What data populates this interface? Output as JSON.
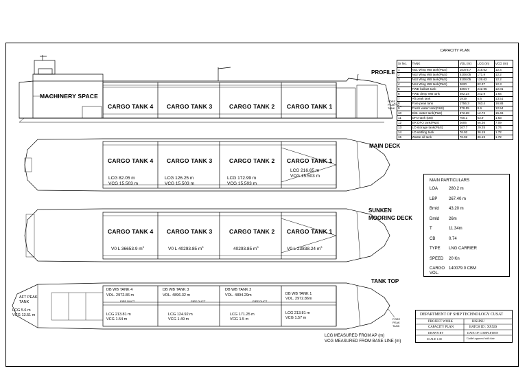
{
  "capacity_plan": {
    "title": "CAPACITY PLAN",
    "columns": [
      "Sr No.",
      "TANK",
      "VOL (m)",
      "LCG (m)",
      "VCG (m)"
    ],
    "rows": [
      [
        "1",
        "No1 Wing WB tank(P&S)",
        "15373.7",
        "215.62",
        "12.4"
      ],
      [
        "2",
        "No2 Wing WB tank(P&S)",
        "5108.05",
        "171.9",
        "12.2"
      ],
      [
        "3",
        "No3 Wing WB tank(P&S)",
        "5108.05",
        "126.62",
        "12.2"
      ],
      [
        "4",
        "No4 Wing WB tank(P&S)",
        "2620",
        "82.37",
        "12.3"
      ],
      [
        "5",
        "FWD ballast tank",
        "6394.7",
        "242.95",
        "12.01"
      ],
      [
        "6",
        "FWD deep WB tank",
        "492.24",
        "242.9",
        "1.64"
      ],
      [
        "7",
        "Aft peak tank",
        "1919",
        "5.6",
        "13.51"
      ],
      [
        "8",
        "Fore peak tank",
        "1756.3",
        "263.4",
        "16.88"
      ],
      [
        "9",
        "Fresh water tank(P&S)",
        "378.55",
        "8.9",
        "12.54"
      ],
      [
        "10",
        "Dist. water tank(P&S)",
        "572.28",
        "12.72",
        "15.46"
      ],
      [
        "11",
        "DFO tank (DB)",
        "750.1",
        "53.9",
        "1.63"
      ],
      [
        "12",
        "ER DFO tank(P&S)",
        "2606",
        "56.36",
        "7.09"
      ],
      [
        "13",
        "LO storage tank(P&S)",
        "167.7",
        "29.25",
        "1.74"
      ],
      [
        "14",
        "LO settling tank",
        "76.92",
        "36.19",
        "1.72"
      ],
      [
        "15",
        "Waste oil tank",
        "76.92",
        "36.19",
        "1.72"
      ]
    ]
  },
  "views": {
    "profile": "PROFILE",
    "main_deck": "MAIN DECK",
    "sunken_line1": "SUNKEN",
    "sunken_line2": "MOORING DECK",
    "tank_top": "TANK TOP"
  },
  "profile": {
    "machinery": "MACHINERY SPACE",
    "tanks": [
      "CARGO TANK 4",
      "CARGO TANK 3",
      "CARGO TANK 2",
      "CARGO TANK 1"
    ],
    "fore_peak": [
      "FORE",
      "PEAK",
      "TANK"
    ]
  },
  "main_deck": {
    "tanks": [
      "CARGO TANK 4",
      "CARGO TANK 3",
      "CARGO TANK 2",
      "CARGO TANK 1"
    ],
    "lcg": [
      "LCG 82.05 m",
      "LCG 126.25 m",
      "LCG 172.99 m",
      "LCG 216.65 m"
    ],
    "vcg": [
      "VCG 15.503 m",
      "VCG 15.503 m",
      "VCG 15.503 m",
      "VCG 15.503 m"
    ]
  },
  "sunken": {
    "tanks": [
      "CARGO TANK 4",
      "CARGO TANK 3",
      "CARGO TANK 2",
      "CARGO TANK 1"
    ],
    "vol": [
      "V0 L 36653.9 m",
      "V0 L 40293.85 m",
      "40293.85 m",
      "V0 L 23838.24 m"
    ],
    "vol_sup": "3"
  },
  "tank_top": {
    "aft_peak": [
      "AFT PEAK",
      "TANK"
    ],
    "aft_lcg": "LCG 5.6 m",
    "aft_vcg": "VCG 13.51 m",
    "db_names": [
      "DB WB TANK 4",
      "DB WB TANK 3",
      "DB WB TANK 2",
      "DB WB TANK 1"
    ],
    "db_vols": [
      "VOL. 2972.86 m",
      "VOL. 4896.32 m",
      "VOL. 4894.29m",
      "VOL. 2972.86m"
    ],
    "db_lcg": [
      "LCG 213.81 m",
      "LCG 124.92 m",
      "LCG 171.25 m",
      "LCG 213.81 m"
    ],
    "db_vcg": [
      "VCG 1.54 m",
      "VCG 1.49 m",
      "VCG 1.5 m",
      "VCG 1.57 m"
    ],
    "fore_peak": [
      "FORE",
      "PEAK",
      "TANK"
    ],
    "pipe_duct": "PIPE DUCT"
  },
  "main_particulars": {
    "title": "MAIN PARTICULARS",
    "rows": [
      [
        "LOA",
        "280.2 m"
      ],
      [
        "LBP",
        "267.40 m"
      ],
      [
        "Bmld",
        "43.20 m"
      ],
      [
        "Dmld",
        "26m"
      ],
      [
        "T",
        "11.34m"
      ],
      [
        "CB",
        "0.74"
      ],
      [
        "TYPE",
        "LNG CARRIER"
      ],
      [
        "SPEED",
        "20 Kn"
      ],
      [
        "CARGO VOL.",
        "140079.0 CBM"
      ]
    ]
  },
  "title_block": {
    "dept": "DEPARTMENT OF SHIP TECHNOLOGY CUSAT",
    "project": "PROJECT WORK",
    "name": "BISHNU",
    "sheet": "CAPACITY PLAN",
    "batch": "BATCH ID : XXXIS",
    "drawn": "DRAWN BY",
    "date": "DATE OF COMPLETION",
    "scale": "SCALE    1:00",
    "guide": "Guide's approval with date"
  },
  "notes": {
    "lcg": "LCG MEASURED FROM AP (m)",
    "vcg": "VCG MEASURED FROM BASE LINE (m)"
  }
}
